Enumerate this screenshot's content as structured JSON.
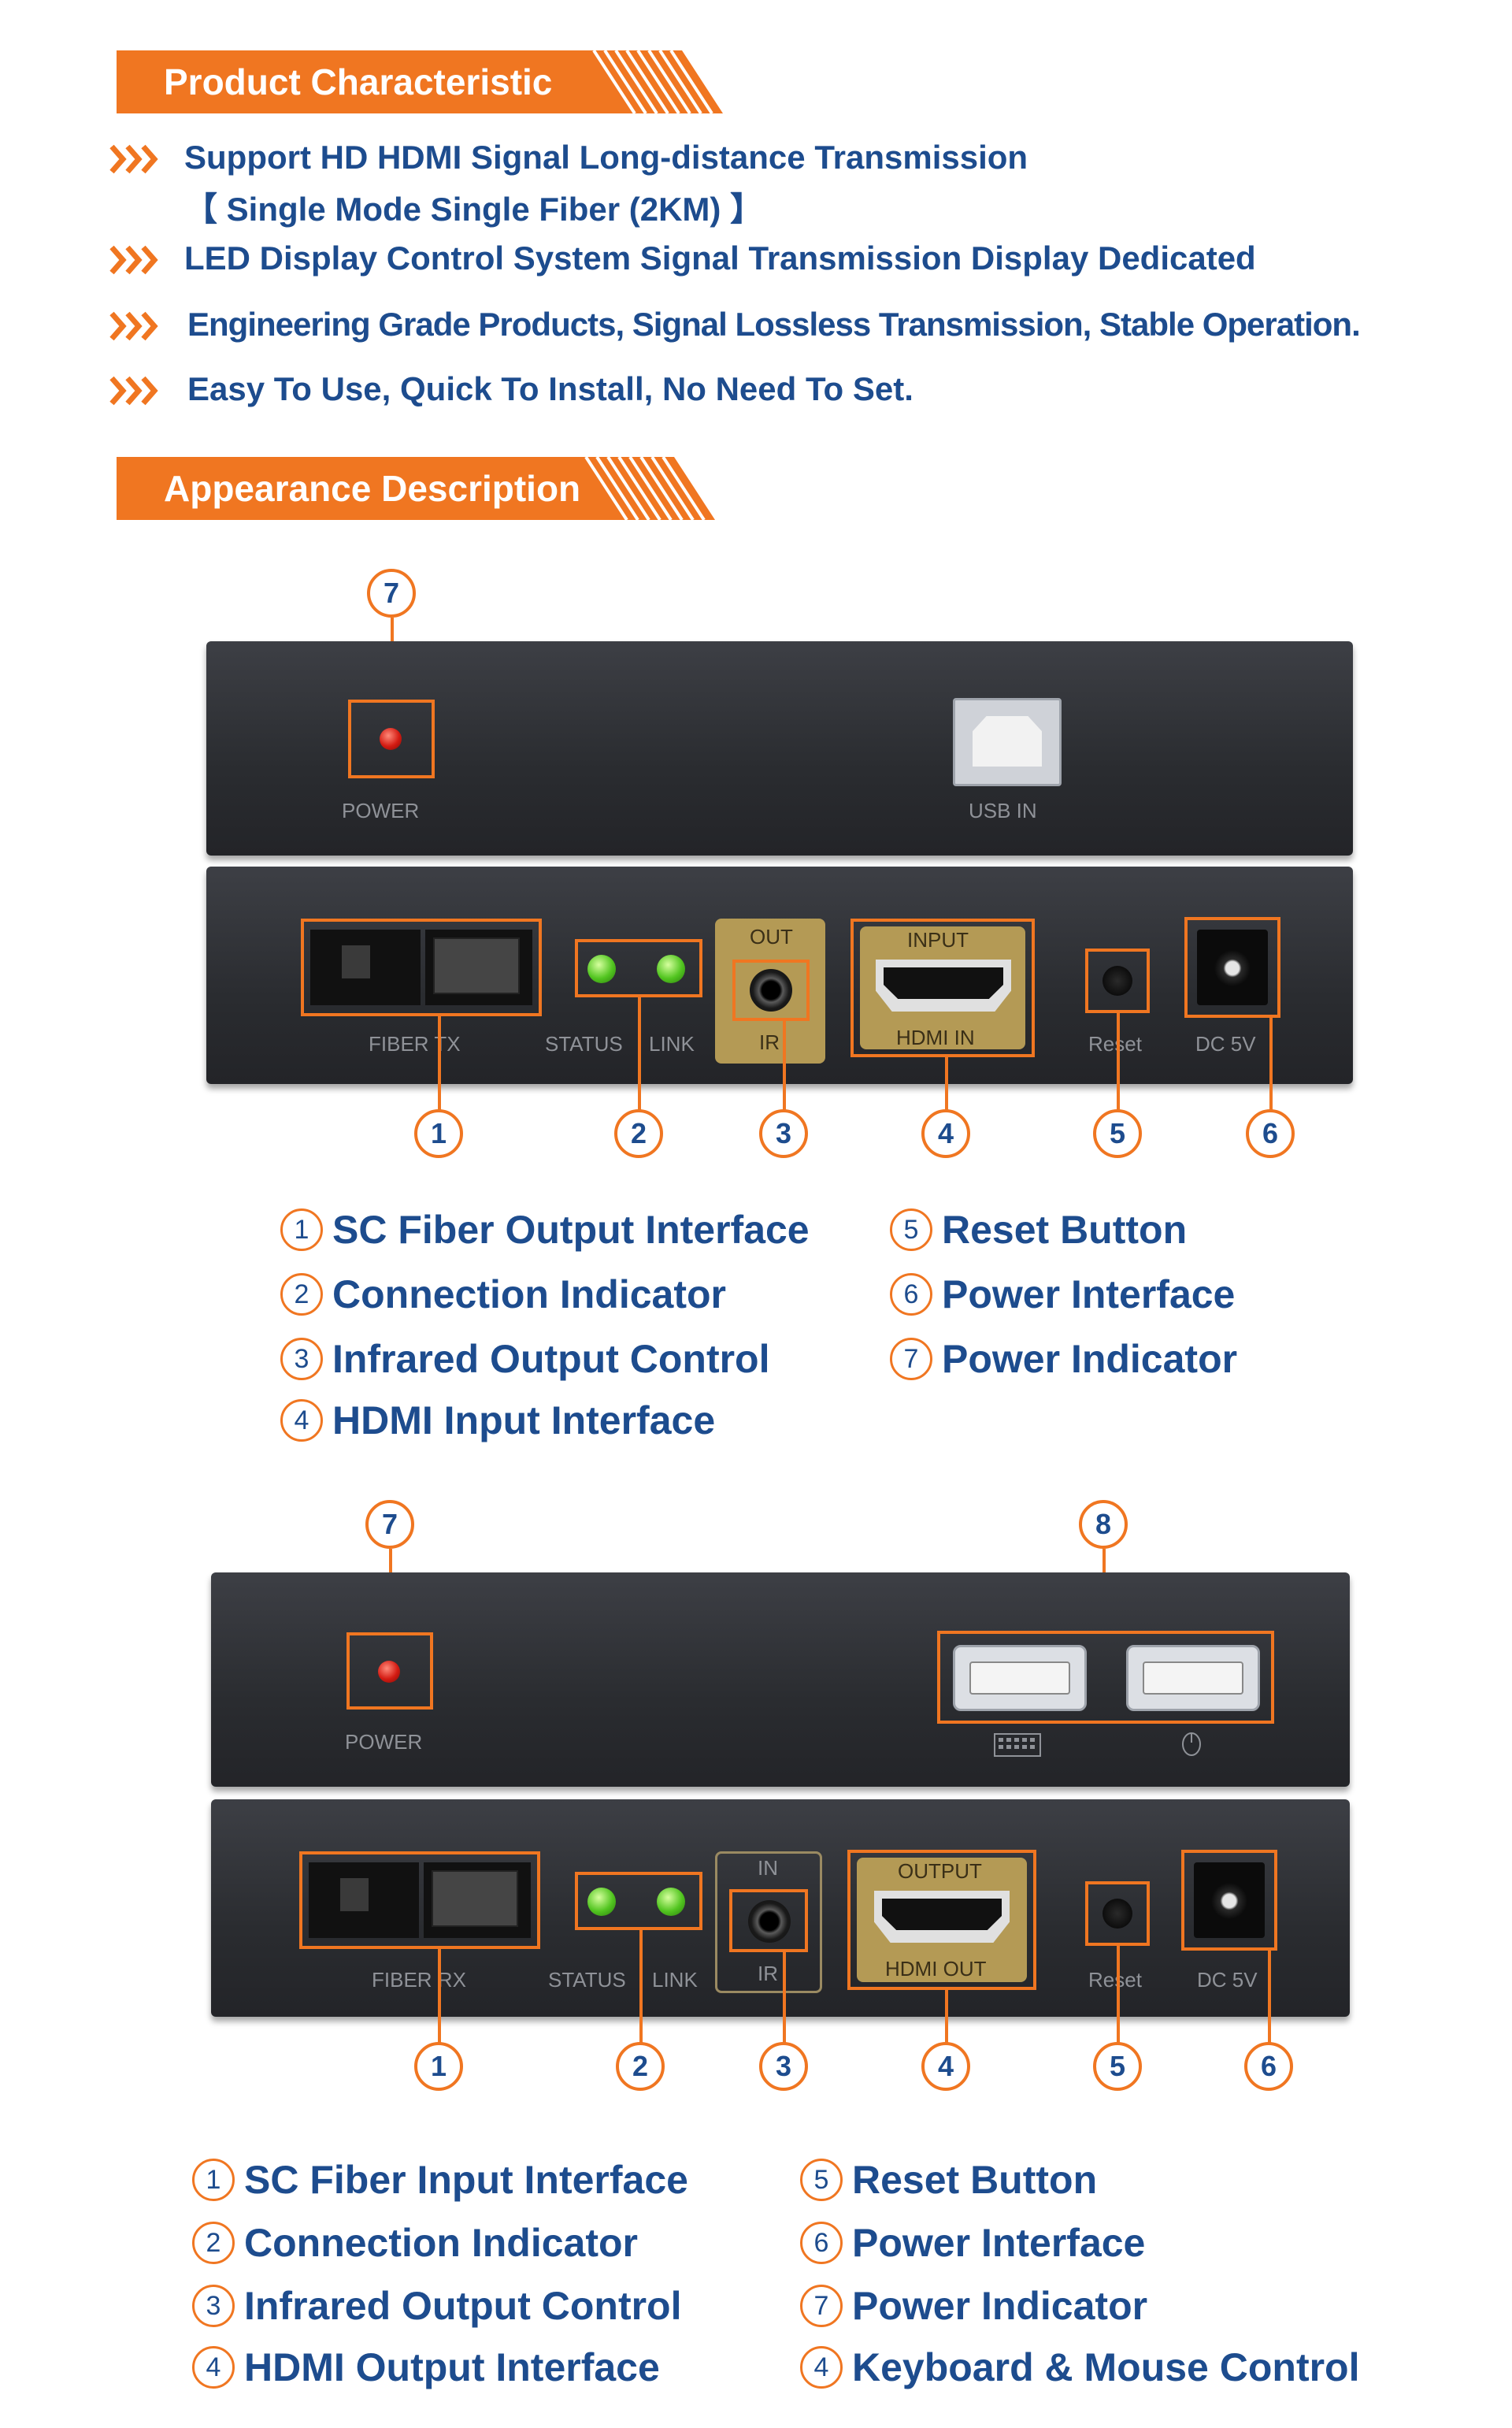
{
  "sections": {
    "characteristic_title": "Product Characteristic",
    "appearance_title": "Appearance Description"
  },
  "characteristics": [
    {
      "line1": "Support HD HDMI Signal Long-distance Transmission",
      "line2": "【 Single Mode Single Fiber (2KM) 】"
    },
    {
      "line1": "LED Display Control System Signal Transmission Display Dedicated"
    },
    {
      "line1": "Engineering Grade Products, Signal Lossless Transmission, Stable Operation."
    },
    {
      "line1": "Easy To Use, Quick To Install, No Need To Set."
    }
  ],
  "transmitter": {
    "top_labels": {
      "power": "POWER",
      "usb": "USB IN"
    },
    "front_labels": {
      "fiber": "FIBER TX",
      "status": "STATUS",
      "link": "LINK",
      "ir_top": "OUT",
      "ir_bottom": "IR",
      "hdmi_top": "INPUT",
      "hdmi_bottom": "HDMI IN",
      "reset": "Reset",
      "dc": "DC 5V"
    },
    "callouts": [
      "7",
      "1",
      "2",
      "3",
      "4",
      "5",
      "6"
    ],
    "legend": [
      {
        "num": "1",
        "text": "SC Fiber Output Interface"
      },
      {
        "num": "2",
        "text": "Connection Indicator"
      },
      {
        "num": "3",
        "text": "Infrared Output Control"
      },
      {
        "num": "4",
        "text": "HDMI Input Interface"
      },
      {
        "num": "5",
        "text": "Reset Button"
      },
      {
        "num": "6",
        "text": "Power Interface"
      },
      {
        "num": "7",
        "text": "Power Indicator"
      }
    ]
  },
  "receiver": {
    "top_labels": {
      "power": "POWER"
    },
    "front_labels": {
      "fiber": "FIBER RX",
      "status": "STATUS",
      "link": "LINK",
      "ir_top": "IN",
      "ir_bottom": "IR",
      "hdmi_top": "OUTPUT",
      "hdmi_bottom": "HDMI OUT",
      "reset": "Reset",
      "dc": "DC 5V"
    },
    "callouts": [
      "7",
      "8",
      "1",
      "2",
      "3",
      "4",
      "5",
      "6"
    ],
    "legend": [
      {
        "num": "1",
        "text": "SC Fiber Input Interface"
      },
      {
        "num": "2",
        "text": "Connection Indicator"
      },
      {
        "num": "3",
        "text": "Infrared Output Control"
      },
      {
        "num": "4",
        "text": "HDMI Output Interface"
      },
      {
        "num": "5",
        "text": "Reset Button"
      },
      {
        "num": "6",
        "text": "Power Interface"
      },
      {
        "num": "7",
        "text": "Power Indicator"
      },
      {
        "num": "4",
        "text": "Keyboard & Mouse Control"
      }
    ]
  },
  "colors": {
    "accent": "#f07621",
    "text": "#1d4c8e",
    "device": "#2c2e33"
  }
}
